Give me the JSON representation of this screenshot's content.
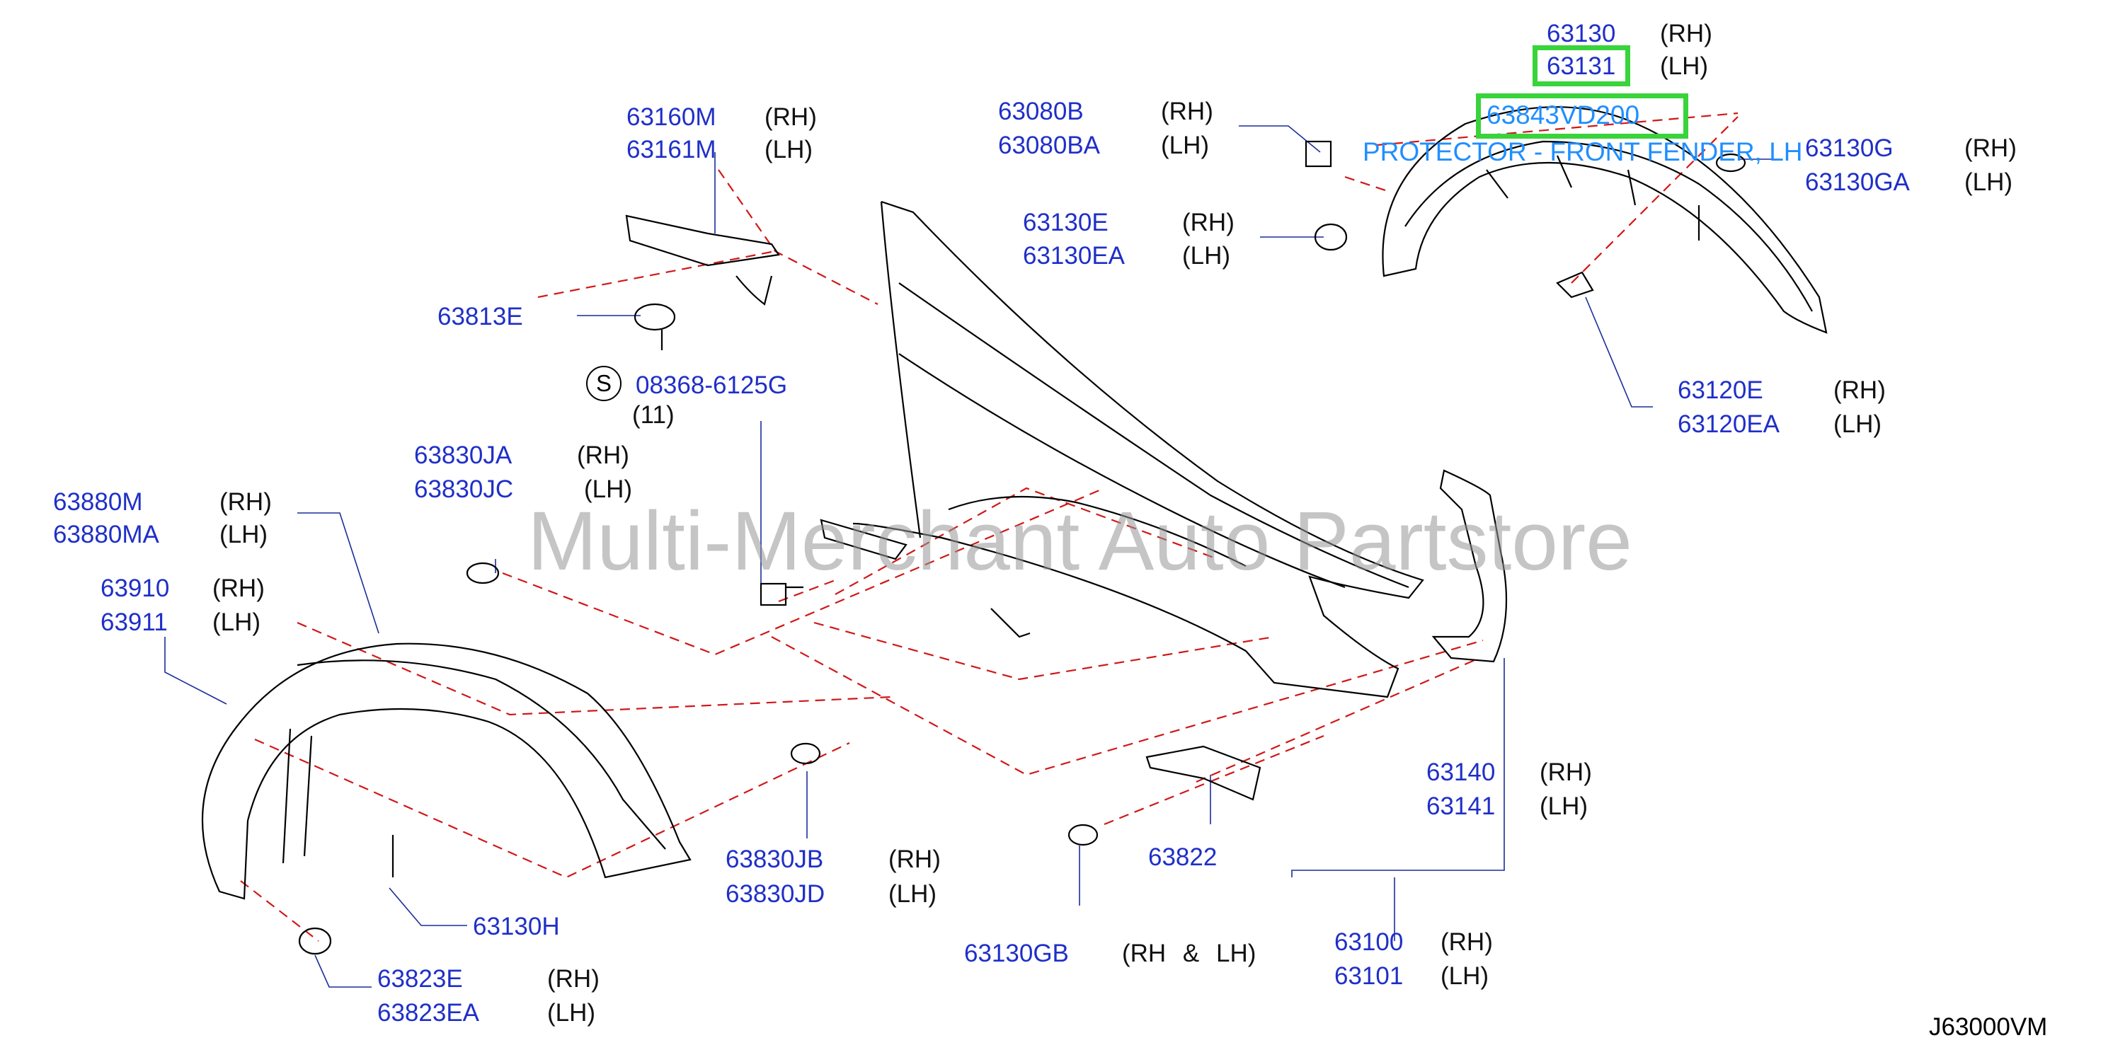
{
  "watermark": "Multi-Merchant Auto Partstore",
  "diagram_code": "J63000VM",
  "screw_symbol": "S",
  "highlight": {
    "part": "63131",
    "tooltip_part": "63843VD200",
    "tooltip_desc": "PROTECTOR - FRONT FENDER, LH"
  },
  "callouts": [
    {
      "part": "63130",
      "side": "(RH)"
    },
    {
      "part": "63131",
      "side": "(LH)"
    },
    {
      "part": "63160M",
      "side": "(RH)"
    },
    {
      "part": "63161M",
      "side": "(LH)"
    },
    {
      "part": "63080B",
      "side": "(RH)"
    },
    {
      "part": "63080BA",
      "side": "(LH)"
    },
    {
      "part": "63130G",
      "side": "(RH)"
    },
    {
      "part": "63130GA",
      "side": "(LH)"
    },
    {
      "part": "63130E",
      "side": "(RH)"
    },
    {
      "part": "63130EA",
      "side": "(LH)"
    },
    {
      "part": "63813E",
      "side": ""
    },
    {
      "part": "08368-6125G",
      "side": "(11)"
    },
    {
      "part": "63120E",
      "side": "(RH)"
    },
    {
      "part": "63120EA",
      "side": "(LH)"
    },
    {
      "part": "63830JA",
      "side": "(RH)"
    },
    {
      "part": "63830JC",
      "side": "(LH)"
    },
    {
      "part": "63880M",
      "side": "(RH)"
    },
    {
      "part": "63880MA",
      "side": "(LH)"
    },
    {
      "part": "63910",
      "side": "(RH)"
    },
    {
      "part": "63911",
      "side": "(LH)"
    },
    {
      "part": "63140",
      "side": "(RH)"
    },
    {
      "part": "63141",
      "side": "(LH)"
    },
    {
      "part": "63830JB",
      "side": "(RH)"
    },
    {
      "part": "63830JD",
      "side": "(LH)"
    },
    {
      "part": "63822",
      "side": ""
    },
    {
      "part": "63130H",
      "side": ""
    },
    {
      "part": "63130GB",
      "side": "(RH & LH)"
    },
    {
      "part": "63100",
      "side": "(RH)"
    },
    {
      "part": "63101",
      "side": "(LH)"
    },
    {
      "part": "63823E",
      "side": "(RH)"
    },
    {
      "part": "63823EA",
      "side": "(LH)"
    }
  ]
}
